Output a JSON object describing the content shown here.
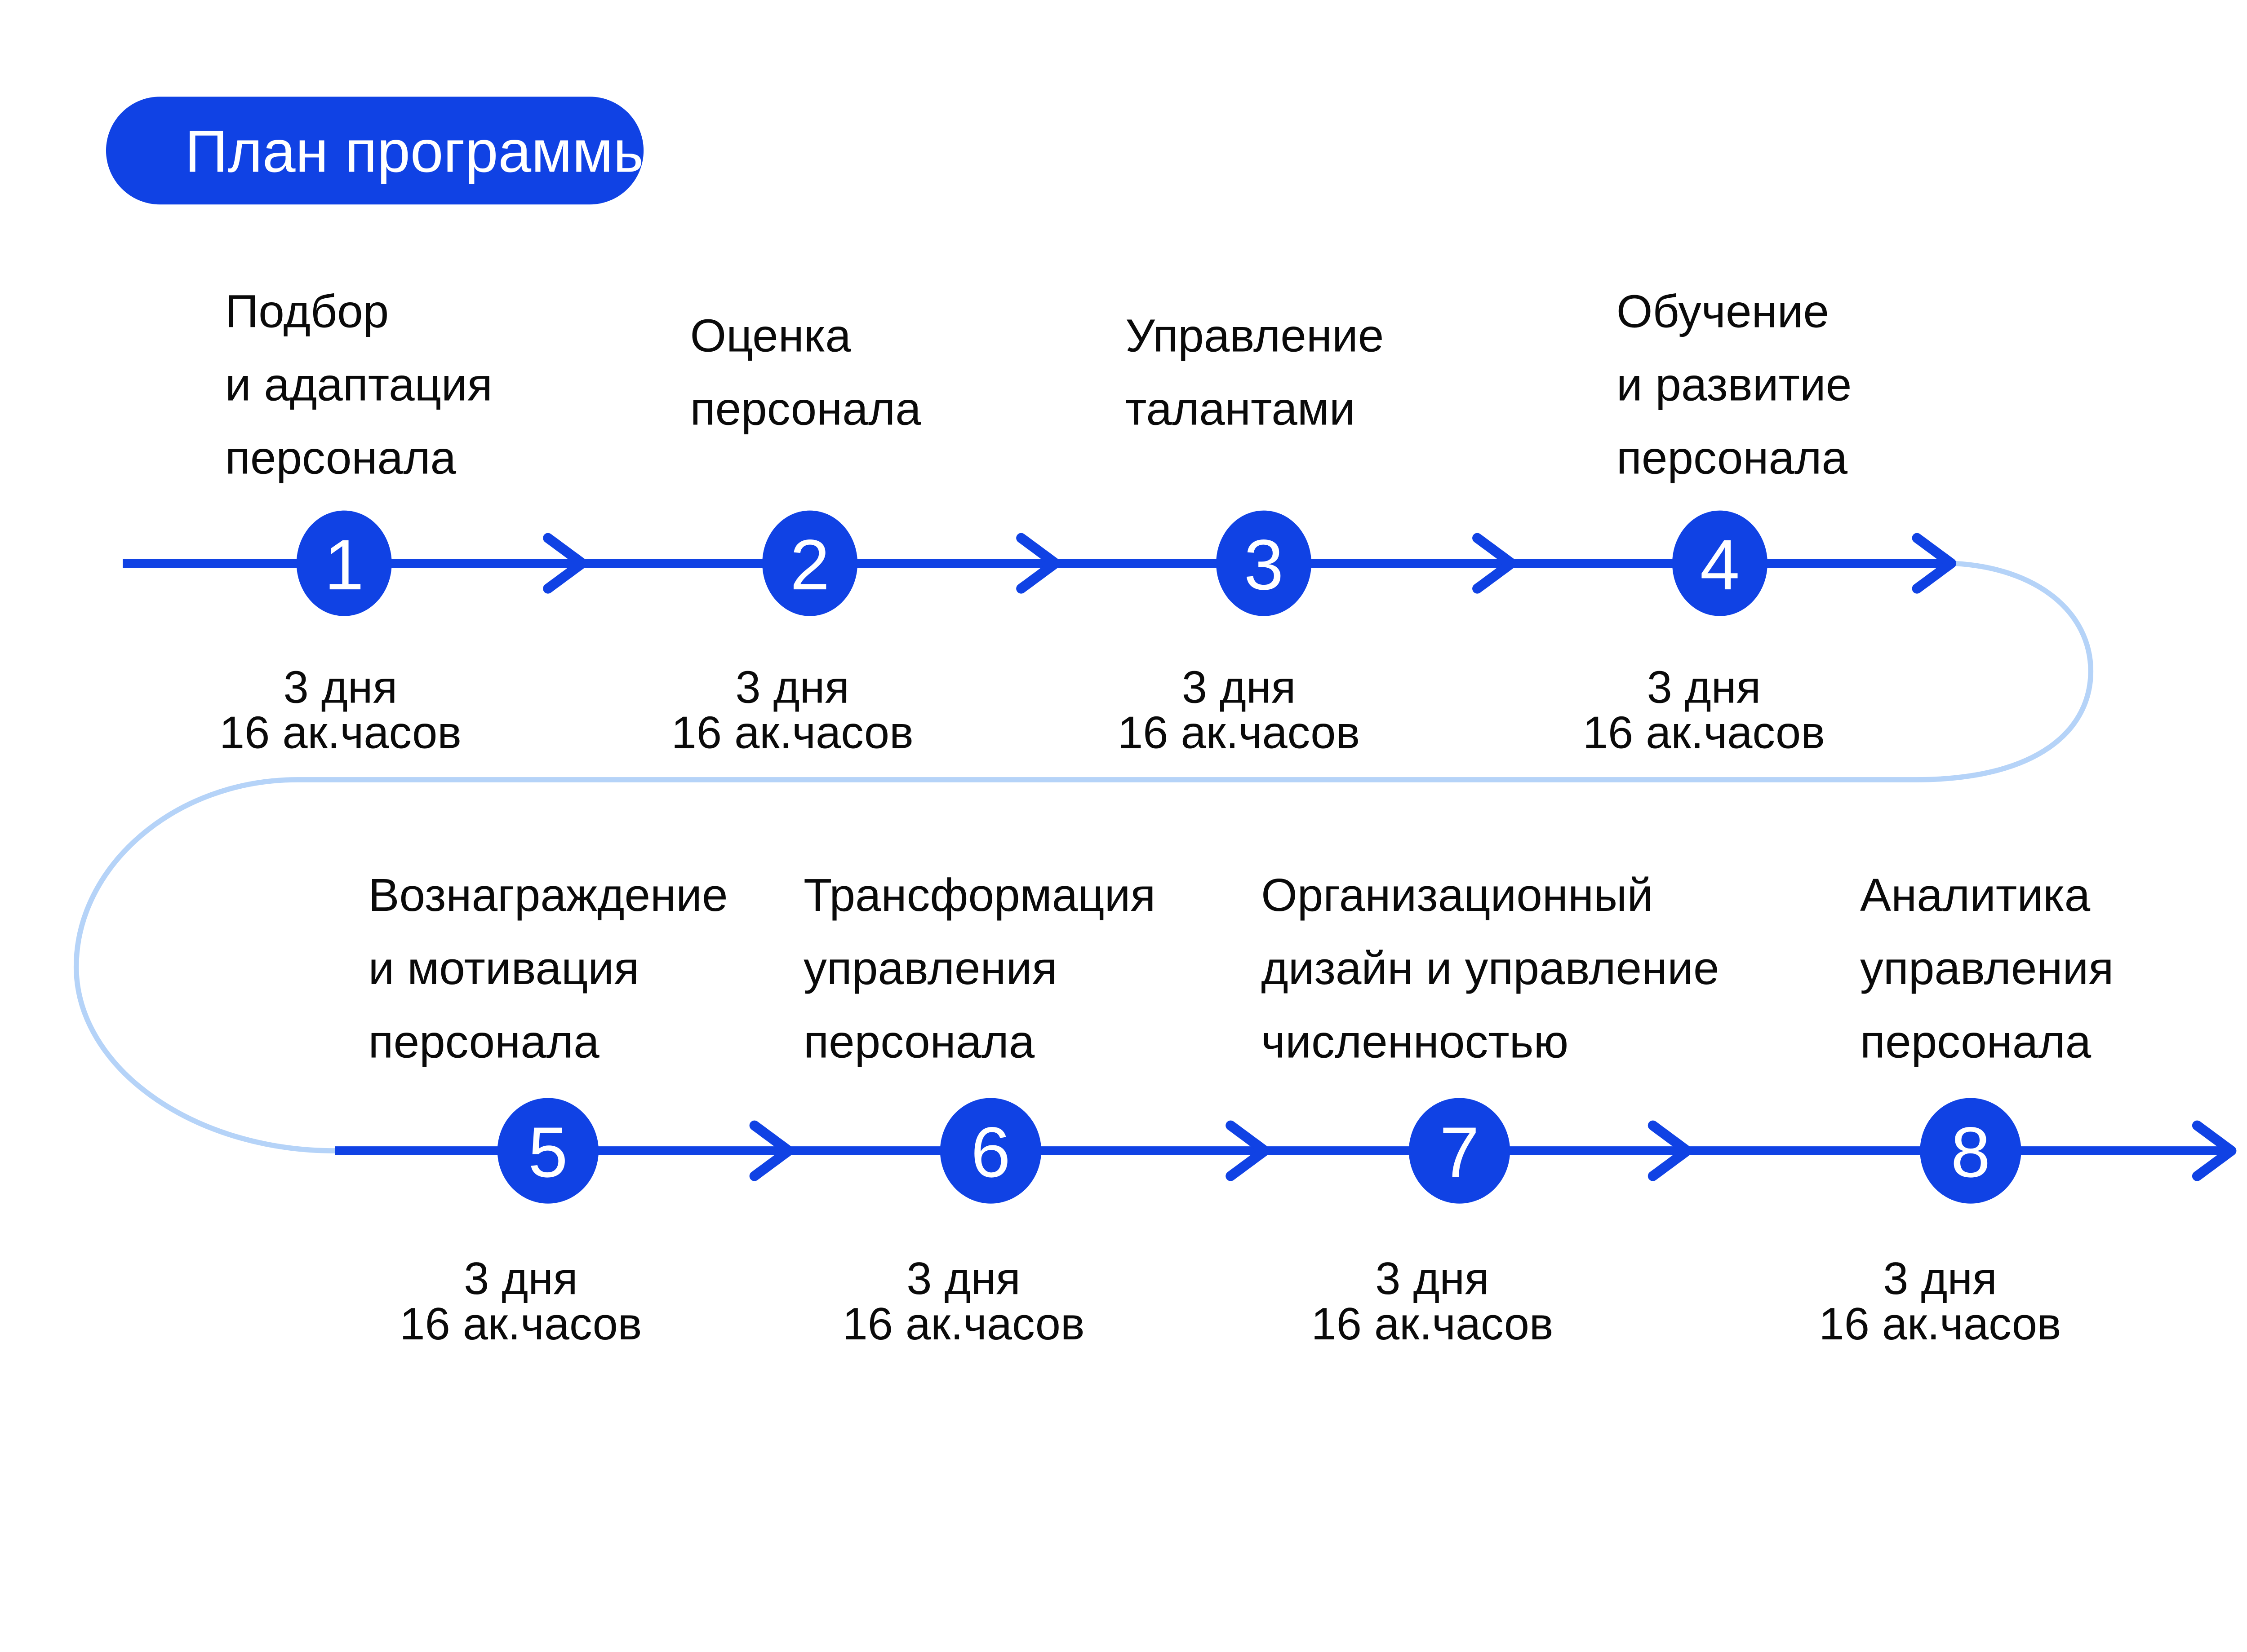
{
  "title_badge": {
    "label": "План программы"
  },
  "colors": {
    "accent": "#1042E4",
    "track-light": "#B5D3F8",
    "text": "#0A0A0A",
    "circle-text": "#FFFFFF"
  },
  "steps": [
    {
      "number": "1",
      "title_lines": [
        "Подбор",
        "и адаптация",
        "персонала"
      ],
      "duration_days": "3 дня",
      "duration_hours": "16 ак.часов"
    },
    {
      "number": "2",
      "title_lines": [
        "Оценка",
        "персонала"
      ],
      "duration_days": "3 дня",
      "duration_hours": "16 ак.часов"
    },
    {
      "number": "3",
      "title_lines": [
        "Управление",
        "талантами"
      ],
      "duration_days": "3 дня",
      "duration_hours": "16 ак.часов"
    },
    {
      "number": "4",
      "title_lines": [
        "Обучение",
        "и развитие",
        "персонала"
      ],
      "duration_days": "3 дня",
      "duration_hours": "16 ак.часов"
    },
    {
      "number": "5",
      "title_lines": [
        "Вознаграждение",
        "и мотивация",
        "персонала"
      ],
      "duration_days": "3 дня",
      "duration_hours": "16 ак.часов"
    },
    {
      "number": "6",
      "title_lines": [
        "Трансформация",
        "управления",
        "персонала"
      ],
      "duration_days": "3 дня",
      "duration_hours": "16 ак.часов"
    },
    {
      "number": "7",
      "title_lines": [
        "Организационный",
        "дизайн и управление",
        "численностью"
      ],
      "duration_days": "3 дня",
      "duration_hours": "16 ак.часов"
    },
    {
      "number": "8",
      "title_lines": [
        "Аналитика",
        "управления",
        "персонала"
      ],
      "duration_days": "3 дня",
      "duration_hours": "16 ак.часов"
    }
  ]
}
